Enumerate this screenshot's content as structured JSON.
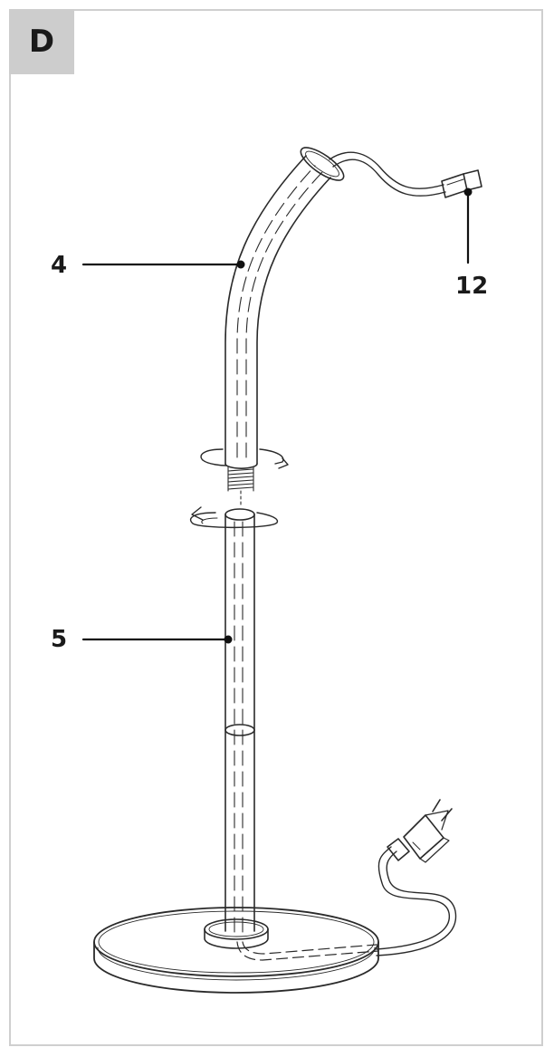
{
  "step": "D",
  "callouts": {
    "part_4": "4",
    "part_5": "5",
    "part_12": "12"
  },
  "colors": {
    "line": "#2a2a2a",
    "badge": "#cdcdcd",
    "frame": "#cfcfcf"
  }
}
